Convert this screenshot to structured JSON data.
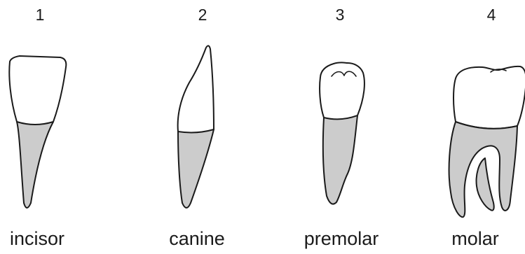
{
  "colors": {
    "outline": "#1a1a1a",
    "crown_fill": "#ffffff",
    "root_fill": "#cccccc",
    "background": "#ffffff"
  },
  "teeth": [
    {
      "number": "1",
      "name": "incisor"
    },
    {
      "number": "2",
      "name": "canine"
    },
    {
      "number": "3",
      "name": "premolar"
    },
    {
      "number": "4",
      "name": "molar"
    }
  ]
}
